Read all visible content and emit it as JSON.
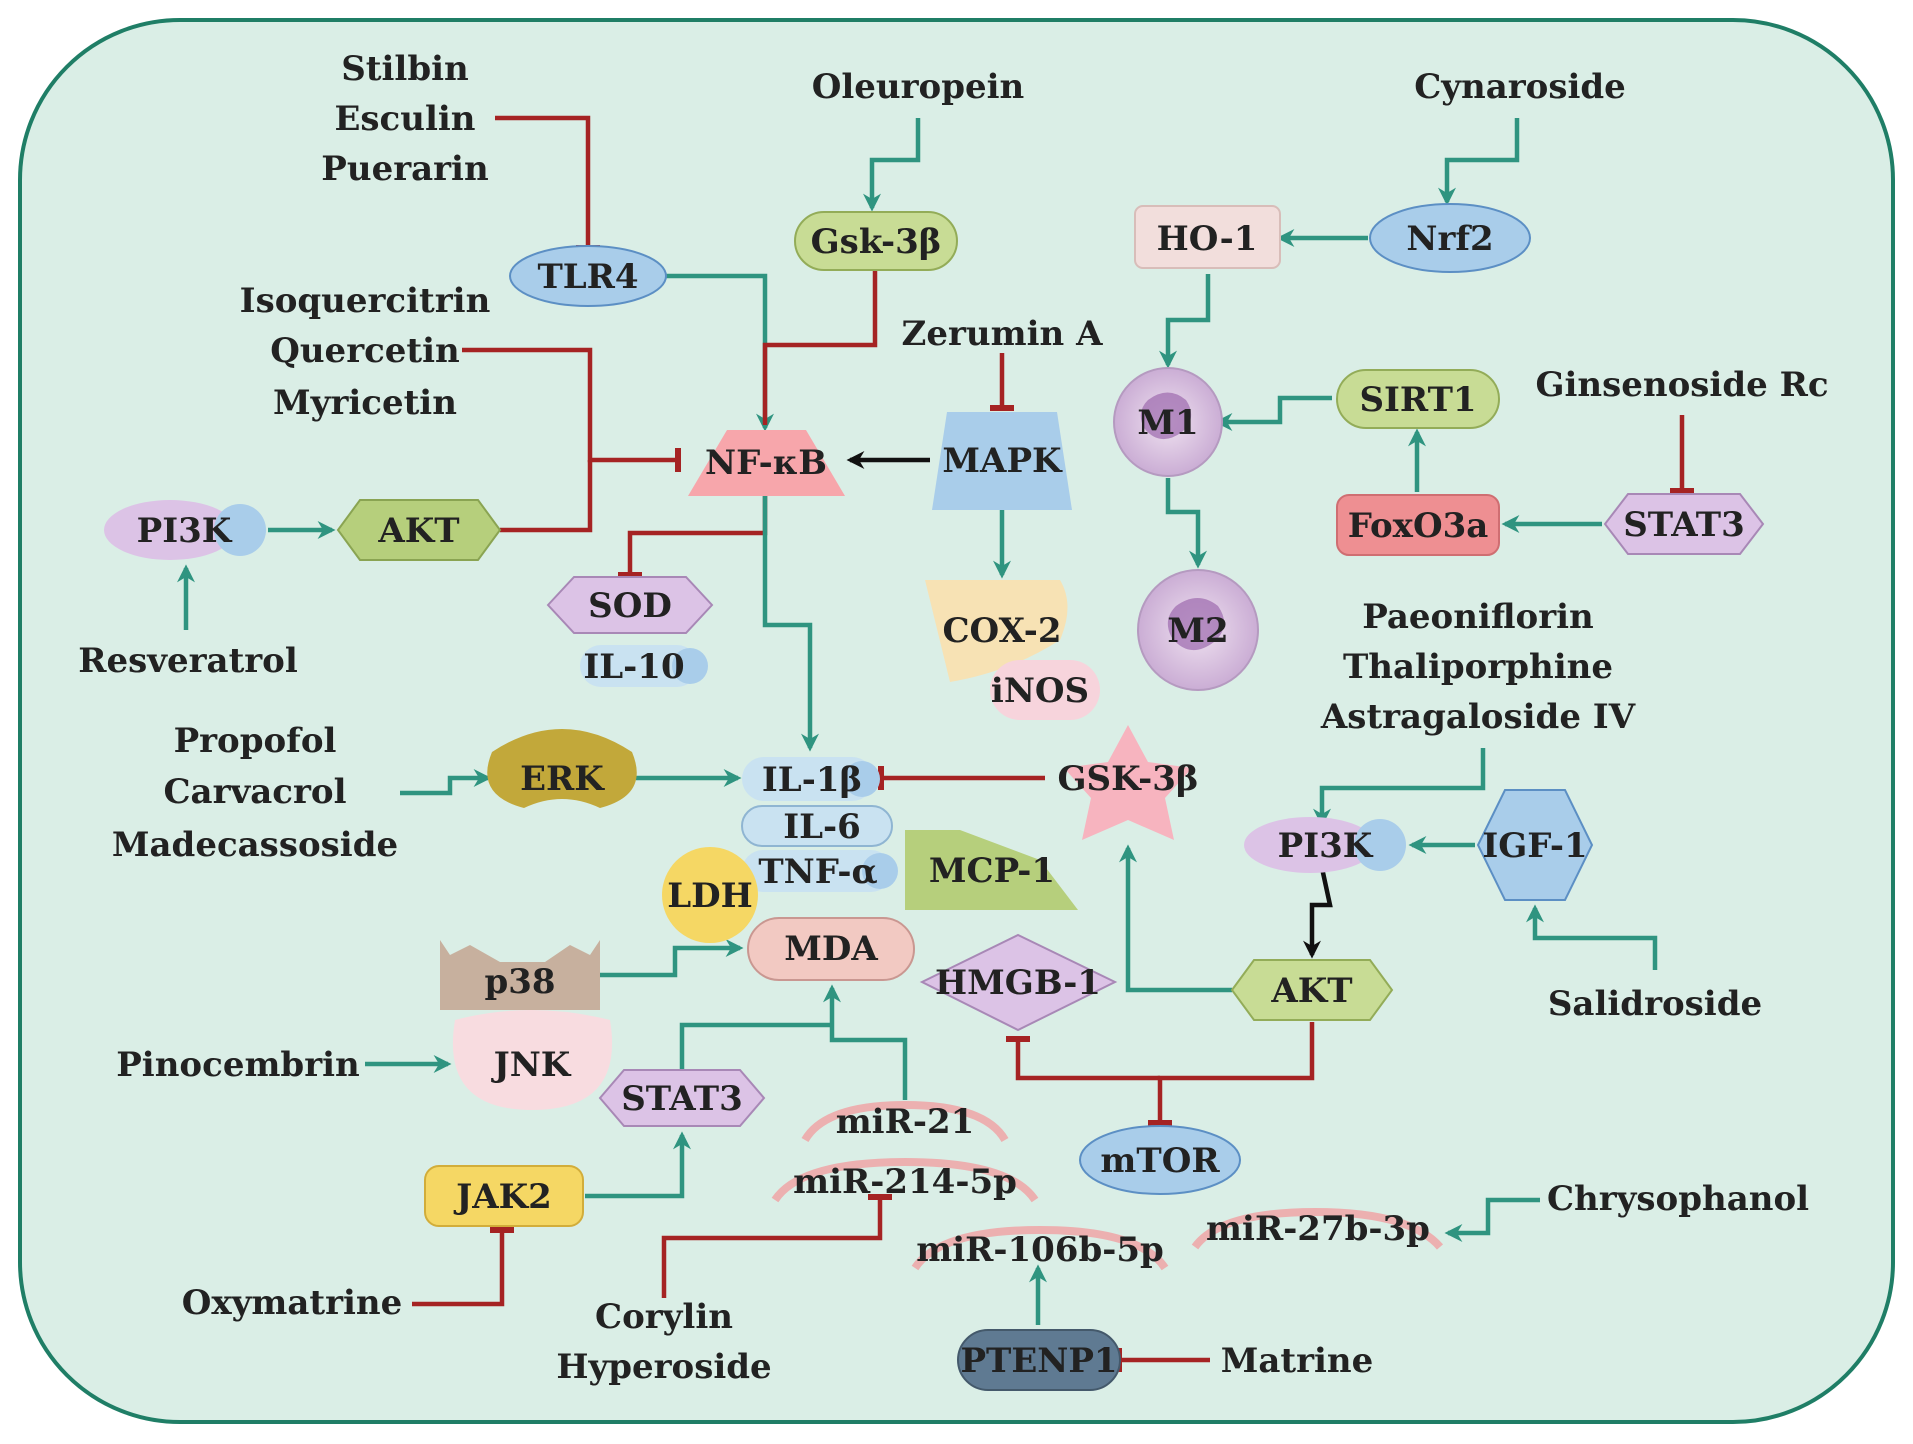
{
  "compounds": {
    "stilbin": "Stilbin",
    "esculin": "Esculin",
    "puerarin": "Puerarin",
    "oleuropein": "Oleuropein",
    "cynaroside": "Cynaroside",
    "isoquercitrin": "Isoquercitrin",
    "quercetin": "Quercetin",
    "myricetin": "Myricetin",
    "zerumin_a": "Zerumin A",
    "ginsenoside_rc": "Ginsenoside Rc",
    "resveratrol": "Resveratrol",
    "paeoniflorin": "Paeoniflorin",
    "thaliporphine": "Thaliporphine",
    "astragaloside": "Astragaloside IV",
    "propofol": "Propofol",
    "carvacrol": "Carvacrol",
    "madecassoside": "Madecassoside",
    "salidroside": "Salidroside",
    "pinocembrin": "Pinocembrin",
    "chrysophanol": "Chrysophanol",
    "oxymatrine": "Oxymatrine",
    "corylin": "Corylin",
    "hyperoside": "Hyperoside",
    "matrine": "Matrine"
  },
  "nodes": {
    "tlr4": "TLR4",
    "gsk3b_top": "Gsk-3β",
    "ho1": "HO-1",
    "nrf2": "Nrf2",
    "nfkb": "NF-κB",
    "mapk": "MAPK",
    "m1": "M1",
    "m2": "M2",
    "sirt1": "SIRT1",
    "foxo3a": "FoxO3a",
    "stat3_right": "STAT3",
    "pi3k_left": "PI3K",
    "akt_left": "AKT",
    "sod": "SOD",
    "il10": "IL-10",
    "cox2": "COX-2",
    "inos": "iNOS",
    "erk": "ERK",
    "il1b": "IL-1β",
    "il6": "IL-6",
    "tnfa": "TNF-α",
    "mcp1": "MCP-1",
    "gsk3b_mid": "GSK-3β",
    "ldh": "LDH",
    "mda": "MDA",
    "p38": "p38",
    "jnk": "JNK",
    "hmgb1": "HMGB-1",
    "pi3k_right": "PI3K",
    "igf1": "IGF-1",
    "akt_right": "AKT",
    "stat3_mid": "STAT3",
    "mir21": "miR-21",
    "mir214": "miR-214-5p",
    "mtor": "mTOR",
    "jak2": "JAK2",
    "mir106b": "miR-106b-5p",
    "mir27b": "miR-27b-3p",
    "ptenp1": "PTENP1"
  },
  "colors": {
    "background": "#daeee6",
    "frame": "#1f7e66",
    "activation": "#2f9480",
    "inhibition": "#a52323",
    "akt_signal": "#111111"
  }
}
